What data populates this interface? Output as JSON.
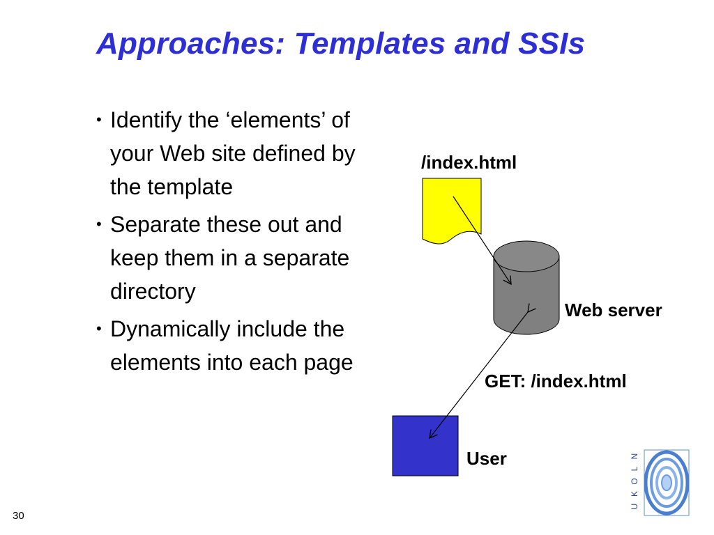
{
  "slide": {
    "title": "Approaches: Templates and SSIs",
    "page_number": "30"
  },
  "bullets": [
    "Identify the ‘elements’ of your Web site defined by the template",
    "Separate these out and keep them in a separate directory",
    "Dynamically include the elements into each page"
  ],
  "diagram": {
    "document_label": "/index.html",
    "server_label": "Web server",
    "request_label": "GET: /index.html",
    "user_label": "User"
  },
  "logo": {
    "letters": "UKOLN"
  },
  "colors": {
    "title": "#2E2ED6",
    "document_fill": "#FFFF00",
    "server_fill": "#808080",
    "user_fill": "#3333CC"
  }
}
